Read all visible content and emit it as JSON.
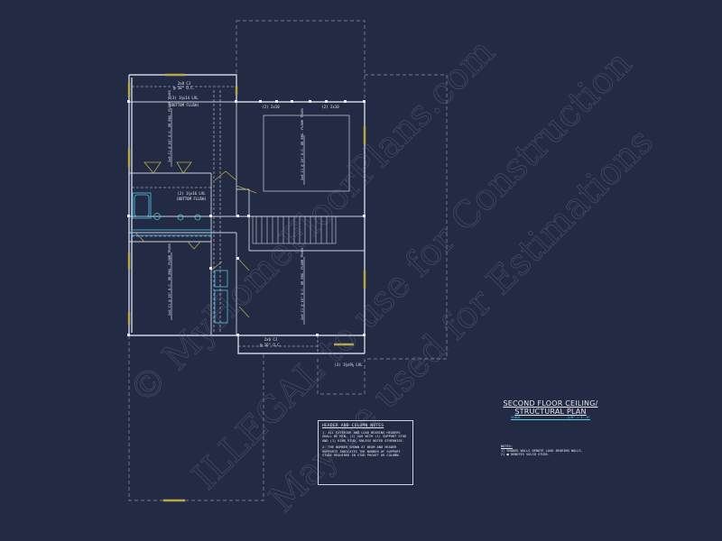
{
  "plan": {
    "labels": {
      "top_header_a": "2x8 CJ",
      "top_header_b": "@ 16\" O.C.",
      "top_lvl": "(3) 1¾x14 LVL",
      "top_lvl_flush": "(BOTTOM FLUSH)",
      "header_2x10_a": "(2) 2x10",
      "header_2x10_b": "(2) 2x10",
      "mid_lvl": "(2) 1¾x16 LVL",
      "mid_lvl_flush": "(BOTTOM FLUSH)",
      "bottom_header_a": "2x6 CJ",
      "bottom_header_b": "@ 16\" O.C.",
      "bottom_lvl": "(3) 1¾x9¼ LVL",
      "joist_note_1": "2x8 CJ @ 16\" O.C. OR ENG. FLOOR TRUSS",
      "joist_note_2": "2x8 CJ @ 16\" O.C. OR ENG. FLOOR TRUSS",
      "joist_note_3": "2x6 CJ @ 16\" O.C. OR ENG. FLOOR TRUSS",
      "joist_note_4": "2x6 CJ @ 16\" O.C. OR ENG. FLOOR TRUSS",
      "joist_note_5": "2x8 CJ @ 16\" O.C."
    }
  },
  "header_notes": {
    "title": "HEADER AND COLUMN NOTES",
    "note1": "1. ALL EXTERIOR AND LOAD BEARING HEADERS SHALL BE MIN. (2) 2x6 WITH (1) SUPPORT STUD AND (1) KING STUD, UNLESS NOTED OTHERWISE.",
    "note2": "2. THE NUMBER SHOWN AT BEAM AND HEADER SUPPORTS INDICATES THE NUMBER OF SUPPORT STUDS REQUIRED IN STUD POCKET OR COLUMN."
  },
  "title_block": {
    "line1": "SECOND FLOOR CEILING/",
    "line2": "STRUCTURAL PLAN",
    "scale_label": "SCALE",
    "scale_value": "1/8\" = 1'-0\""
  },
  "general_notes": {
    "title": "NOTES:",
    "note1": "1) SHADED WALLS DENOTE LOAD BEARING WALLS.",
    "note2": "2) ■ DENOTES SOLID STUDS."
  },
  "watermark": {
    "line1": "© MyHomeFloorPlans.com",
    "line2": "ILLEGAL to use for Construction",
    "line3": "May be used for Estimations"
  },
  "colors": {
    "background": "#222a44",
    "lines": "#cfd3e0",
    "bearing_wall": "#b9a84a",
    "fixtures": "#4fc4e6"
  }
}
